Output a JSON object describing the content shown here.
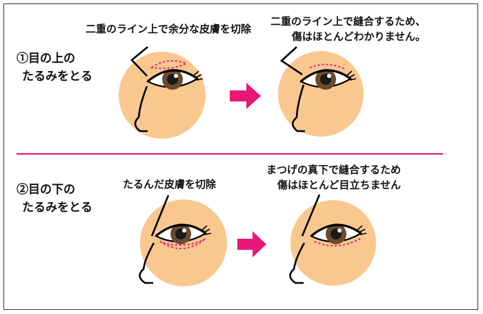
{
  "section1": {
    "heading_line1": "①目の上の",
    "heading_line2": "たるみをとる",
    "before_caption": "二重のライン上で余分な皮膚を切除",
    "after_caption_line1": "二重のライン上で縫合するため、",
    "after_caption_line2": "傷はほとんどわかりません。"
  },
  "section2": {
    "heading_line1": "②目の下の",
    "heading_line2": "たるみをとる",
    "before_caption": "たるんだ皮膚を切除",
    "after_caption_line1": "まつげの真下で縫合するため",
    "after_caption_line2": "傷はほとんど目立ちません"
  },
  "colors": {
    "skin": "#f9c88f",
    "accent": "#e8187a",
    "iris": "#6b4a2e",
    "line": "#000000"
  }
}
